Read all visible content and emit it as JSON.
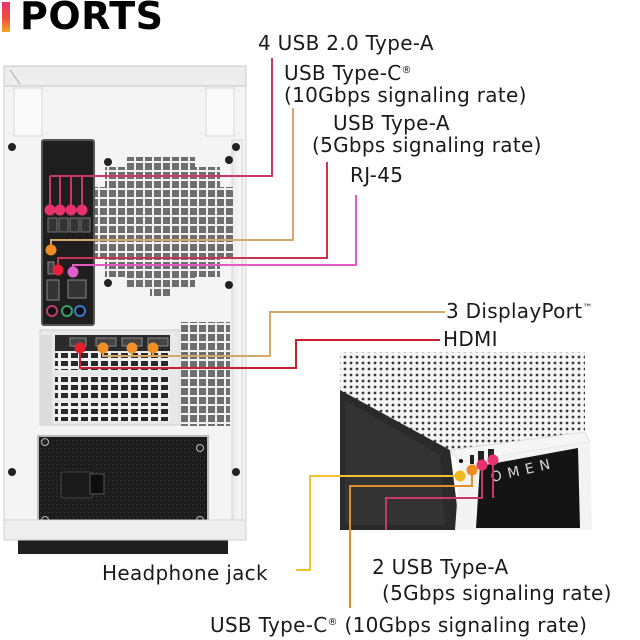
{
  "title": {
    "text": "PORTS",
    "accent_gradient": [
      "#e8326e",
      "#ef4f3c",
      "#f5a623"
    ]
  },
  "rear_labels": [
    {
      "id": "usb20",
      "text": "4 USB 2.0 Type-A",
      "color": "#c8386a"
    },
    {
      "id": "usbc_rear_1",
      "text": "USB Type-C",
      "sup": "®",
      "color": "#d6a86a"
    },
    {
      "id": "usbc_rear_2",
      "text": "(10Gbps signaling rate)"
    },
    {
      "id": "usba_rear_1",
      "text": "USB Type-A",
      "color": "#c8364e"
    },
    {
      "id": "usba_rear_2",
      "text": "(5Gbps signaling rate)"
    },
    {
      "id": "rj45",
      "text": "RJ-45",
      "color": "#e05cc0"
    },
    {
      "id": "displayport",
      "text": "3 DisplayPort",
      "sup": "™",
      "color": "#d6a86a"
    },
    {
      "id": "hdmi",
      "text": "HDMI",
      "color": "#c8202e"
    }
  ],
  "front_labels": [
    {
      "id": "headphone",
      "text": "Headphone jack",
      "color": "#f2c230"
    },
    {
      "id": "usba_front_1",
      "text": "2 USB Type-A",
      "color": "#c8386a"
    },
    {
      "id": "usba_front_2",
      "text": "(5Gbps signaling rate)"
    },
    {
      "id": "usbc_front",
      "text": "USB Type-C",
      "sup": "®",
      "text2": " (10Gbps signaling rate)",
      "color": "#e0902a"
    }
  ],
  "front_brand": "OMEN",
  "marker_colors": {
    "usb20": "#e8326e",
    "usbc": "#f08a24",
    "usba": "#e8203a",
    "rj45": "#e060d0",
    "hdmi": "#e81c2a",
    "displayport": "#f0902a",
    "headphone": "#f5b820",
    "front_usbc": "#f08a24",
    "front_usba": "#e8326e"
  }
}
